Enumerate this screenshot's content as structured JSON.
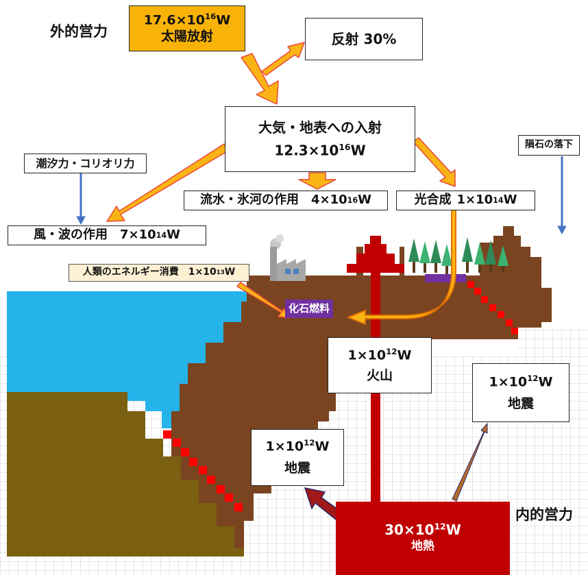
{
  "labels": {
    "external_forces": "外的営力",
    "internal_forces": "内的営力",
    "solar_value": "17.6×10",
    "solar_exp": "16",
    "solar_unit": "W",
    "solar_name": "太陽放射",
    "reflection": "反射 30%",
    "incident_name": "大気・地表への入射",
    "incident_value": "12.3×10",
    "incident_exp": "16",
    "incident_unit": "W",
    "tidal": "潮汐力・コリオリ力",
    "meteorite": "隕石の落下",
    "water_name": "流水・氷河の作用",
    "water_value": "4×10",
    "water_exp": "16",
    "water_unit": "W",
    "photo_name": "光合成",
    "photo_value": "1×10",
    "photo_exp": "14",
    "photo_unit": "W",
    "wind_name": "風・波の作用",
    "wind_value": "7×10",
    "wind_exp": "14",
    "wind_unit": "W",
    "human_name": "人類のエネルギー消費",
    "human_value": "1×10",
    "human_exp": "13",
    "human_unit": "W",
    "fossil": "化石燃料",
    "volcano_value": "1×10",
    "volcano_exp": "12",
    "volcano_unit": "W",
    "volcano_name": "火山",
    "quake_right_value": "1×10",
    "quake_right_exp": "12",
    "quake_right_unit": "W",
    "quake_right_name": "地震",
    "quake_left_value": "1×10",
    "quake_left_exp": "12",
    "quake_left_unit": "W",
    "quake_left_name": "地震",
    "geo_value": "30×10",
    "geo_exp": "12",
    "geo_unit": "W",
    "geo_name": "地熱"
  },
  "colors": {
    "sun_box": "#f9b308",
    "arrow_fill": "#fbb415",
    "arrow_stroke": "#e8473a",
    "earth": "#7a4420",
    "ocean_floor": "#7a6010",
    "sea": "#25b4ea",
    "magma": "#c00000",
    "plate": "#ff0000",
    "grid": "#cfcfcf",
    "fossil_box": "#7030a0",
    "human_box": "#fdf0d5",
    "blue_arrow": "#4472c4",
    "quake_arrow_dark": "#a01818",
    "quake_arrow_brown": "#b86b2c"
  },
  "icons": [
    "factory-icon",
    "tree-icon"
  ]
}
